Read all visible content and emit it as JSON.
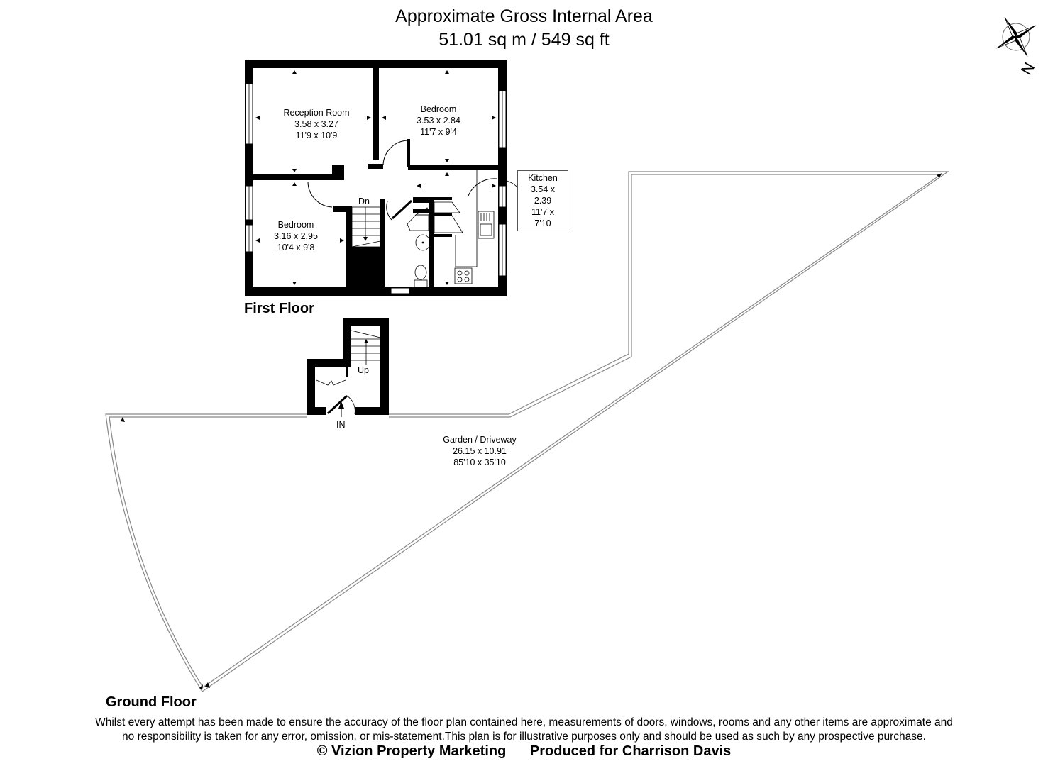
{
  "header": {
    "title_line1": "Approximate Gross Internal Area",
    "title_line2": "51.01 sq m / 549 sq ft"
  },
  "compass": {
    "icon": "compass-rose-icon",
    "label": "N"
  },
  "first_floor": {
    "label": "First Floor",
    "rooms": [
      {
        "name": "Reception Room",
        "metric": "3.58 x 3.27",
        "imperial": "11'9 x 10'9"
      },
      {
        "name": "Bedroom",
        "metric": "3.53 x 2.84",
        "imperial": "11'7 x 9'4"
      },
      {
        "name": "Bedroom",
        "metric": "3.16 x 2.95",
        "imperial": "10'4 x 9'8"
      },
      {
        "name": "Kitchen",
        "metric": "3.54 x 2.39",
        "imperial": "11'7 x 7'10"
      }
    ],
    "stairs_label": "Dn"
  },
  "ground_floor": {
    "label": "Ground Floor",
    "stairs_label": "Up",
    "entrance_label": "IN",
    "rooms": [
      {
        "name": "Garden / Driveway",
        "metric": "26.15 x 10.91",
        "imperial": "85'10 x 35'10"
      }
    ]
  },
  "footer": {
    "disclaimer_line1": "Whilst every attempt has been made to ensure the accuracy of the floor plan contained here, measurements of doors, windows, rooms and any other items are approximate and",
    "disclaimer_line2": "no responsibility is taken for any error, omission, or mis-statement.This plan is for illustrative purposes only and should be used as such by any prospective purchase.",
    "copyright": "© Vizion Property Marketing",
    "produced_for": "Produced for Charrison Davis"
  },
  "colors": {
    "wall": "#000000",
    "boundary": "#888888",
    "background": "#ffffff"
  }
}
